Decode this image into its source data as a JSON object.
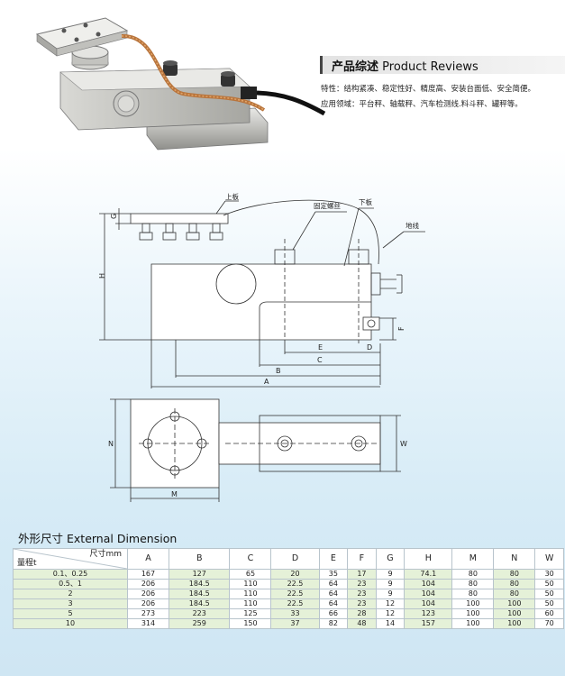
{
  "header": {
    "title_cn": "产品综述",
    "title_en": "Product Reviews",
    "features": "特性：结构紧凑、稳定性好、精度高、安装台面低、安全简便。",
    "applications": "应用领域：平台秤、轴载秤、汽车检测线.料斗秤、罐秤等。"
  },
  "drawing": {
    "labels": {
      "top_plate": "上板",
      "fixing_bolt": "固定螺丝",
      "bottom_plate": "下板",
      "ground_wire": "地线"
    },
    "dims": {
      "G": "G",
      "H": "H",
      "F": "F",
      "E": "E",
      "D": "D",
      "B": "B",
      "C": "C",
      "A": "A",
      "N": "N",
      "M": "M",
      "W": "W"
    }
  },
  "dimensions": {
    "title_cn": "外形尺寸",
    "title_en": "External Dimension",
    "header_size": "尺寸mm",
    "header_range": "量程t",
    "columns": [
      "A",
      "B",
      "C",
      "D",
      "E",
      "F",
      "G",
      "H",
      "M",
      "N",
      "W"
    ],
    "rows": [
      {
        "range": "0.1、0.25",
        "values": [
          "167",
          "127",
          "65",
          "20",
          "35",
          "17",
          "9",
          "74.1",
          "80",
          "80",
          "30"
        ]
      },
      {
        "range": "0.5、1",
        "values": [
          "206",
          "184.5",
          "110",
          "22.5",
          "64",
          "23",
          "9",
          "104",
          "80",
          "80",
          "50"
        ]
      },
      {
        "range": "2",
        "values": [
          "206",
          "184.5",
          "110",
          "22.5",
          "64",
          "23",
          "9",
          "104",
          "80",
          "80",
          "50"
        ]
      },
      {
        "range": "3",
        "values": [
          "206",
          "184.5",
          "110",
          "22.5",
          "64",
          "23",
          "12",
          "104",
          "100",
          "100",
          "50"
        ]
      },
      {
        "range": "5",
        "values": [
          "273",
          "223",
          "125",
          "33",
          "66",
          "28",
          "12",
          "123",
          "100",
          "100",
          "60"
        ]
      },
      {
        "range": "10",
        "values": [
          "314",
          "259",
          "150",
          "37",
          "82",
          "48",
          "14",
          "157",
          "100",
          "100",
          "70"
        ]
      }
    ]
  }
}
